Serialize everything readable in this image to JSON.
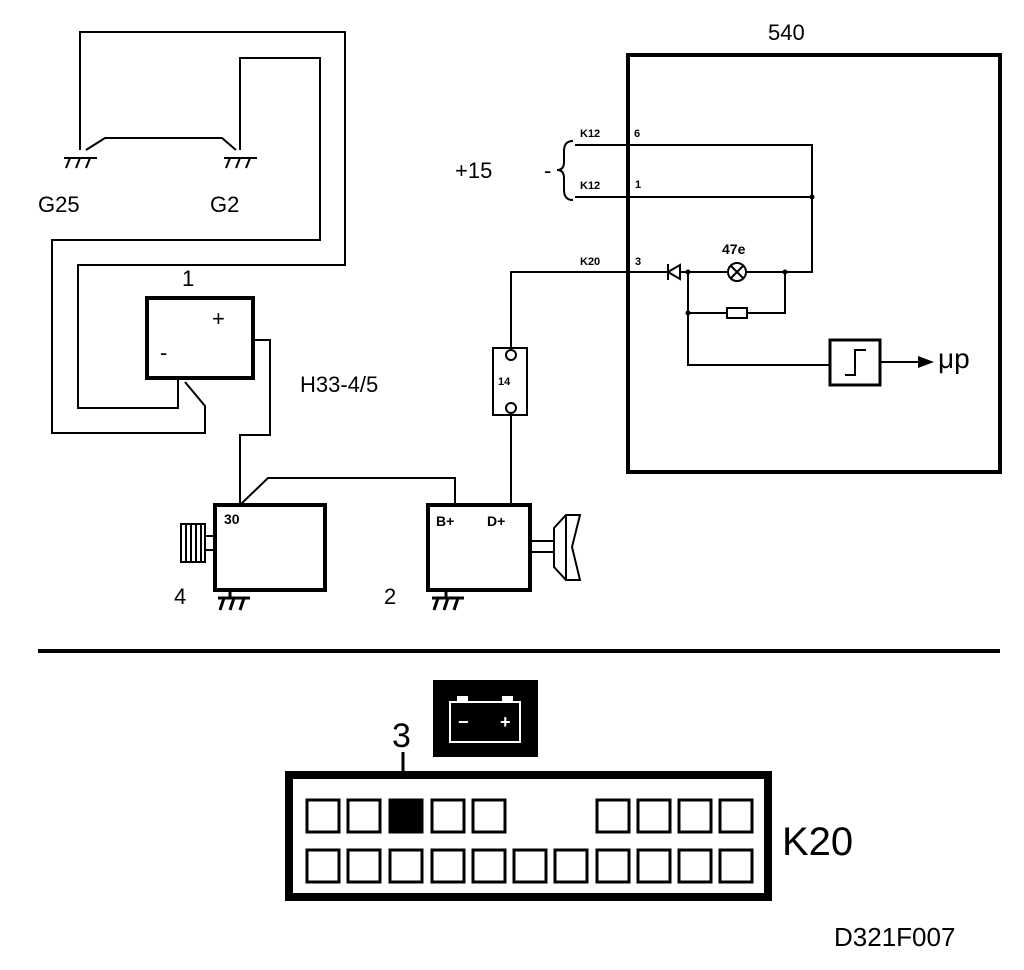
{
  "diagram": {
    "ecu_label": "540",
    "ground_g25": "G25",
    "ground_g2": "G2",
    "battery": {
      "label": "1",
      "plus": "+",
      "minus": "-"
    },
    "harness_label": "H33-4/5",
    "supply_label": "+15",
    "brace_minus": "-",
    "k12_a": "K12",
    "pin_6": "6",
    "k12_b": "K12",
    "pin_1": "1",
    "k20": "K20",
    "pin_3": "3",
    "lamp_label": "47e",
    "mp_label": "μp",
    "fuse_label": "14",
    "starter": {
      "label": "4",
      "terminal": "30"
    },
    "alternator": {
      "label": "2",
      "terminal_b": "B+",
      "terminal_d": "D+"
    }
  },
  "connector_view": {
    "pin_label": "3",
    "connector_label": "K20",
    "battery_icon": {
      "icon": "battery-icon",
      "minus": "−",
      "plus": "+"
    }
  },
  "reference_code": "D321F007"
}
